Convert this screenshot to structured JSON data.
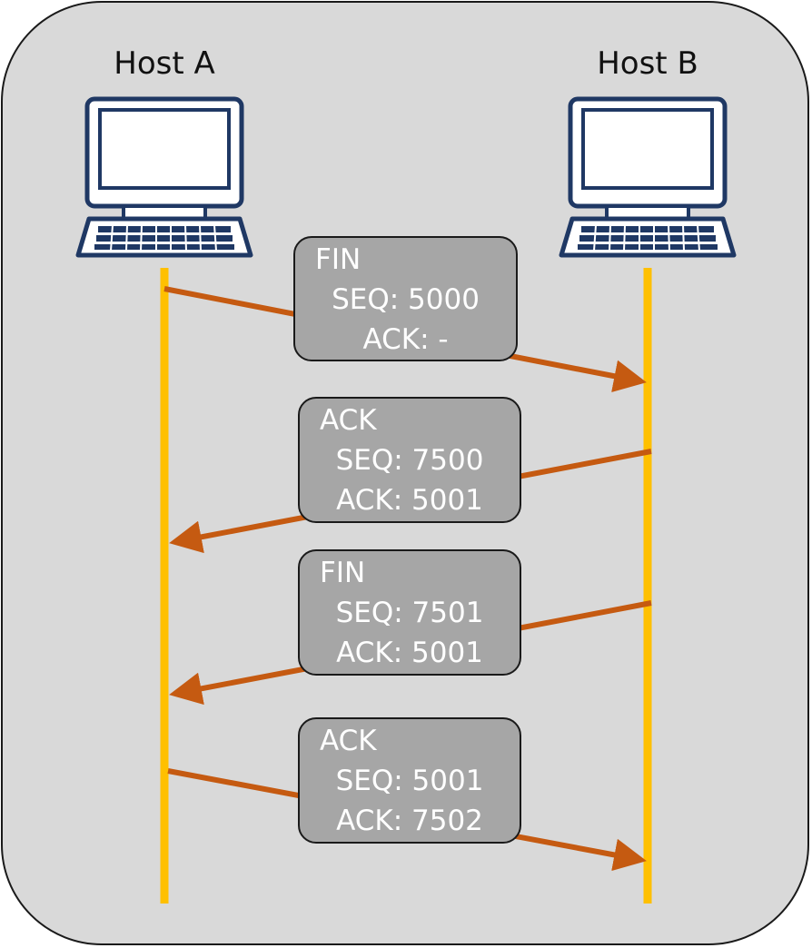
{
  "hosts": {
    "a": {
      "label": "Host A"
    },
    "b": {
      "label": "Host B"
    }
  },
  "messages": [
    {
      "type": "FIN",
      "seq": "SEQ: 5000",
      "ack": "ACK: -"
    },
    {
      "type": "ACK",
      "seq": "SEQ: 7500",
      "ack": "ACK: 5001"
    },
    {
      "type": "FIN",
      "seq": "SEQ: 7501",
      "ack": "ACK: 5001"
    },
    {
      "type": "ACK",
      "seq": "SEQ: 5001",
      "ack": "ACK: 7502"
    }
  ],
  "colors": {
    "background_panel": "#d9d9d9",
    "timeline": "#ffc000",
    "arrow": "#c55a11",
    "message_box": "#a6a6a6",
    "icon_outline": "#1f3864"
  },
  "icons": {
    "host_a": "desktop-computer-icon",
    "host_b": "desktop-computer-icon"
  }
}
